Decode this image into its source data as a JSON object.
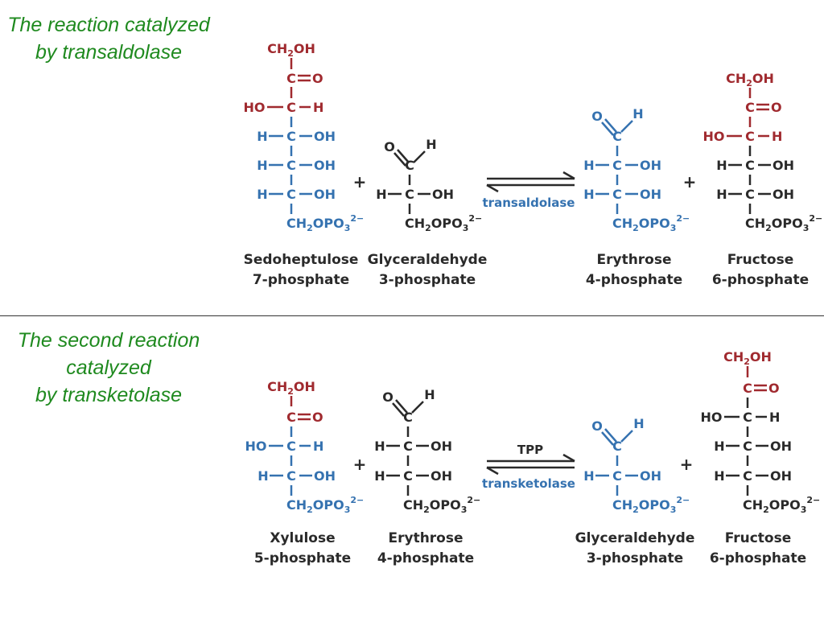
{
  "reaction1": {
    "title_line1": "The reaction catalyzed",
    "title_line2": "by transaldolase",
    "enzyme": "transaldolase",
    "compounds": [
      {
        "name_line1": "Sedoheptulose",
        "name_line2": "7-phosphate"
      },
      {
        "name_line1": "Glyceraldehyde",
        "name_line2": "3-phosphate"
      },
      {
        "name_line1": "Erythrose",
        "name_line2": "4-phosphate"
      },
      {
        "name_line1": "Fructose",
        "name_line2": "6-phosphate"
      }
    ]
  },
  "reaction2": {
    "title_line1": "The second reaction",
    "title_line2": "catalyzed",
    "title_line3": "by transketolase",
    "enzyme": "transketolase",
    "cofactor": "TPP",
    "compounds": [
      {
        "name_line1": "Xylulose",
        "name_line2": "5-phosphate"
      },
      {
        "name_line1": "Erythrose",
        "name_line2": "4-phosphate"
      },
      {
        "name_line1": "Glyceraldehyde",
        "name_line2": "3-phosphate"
      },
      {
        "name_line1": "Fructose",
        "name_line2": "6-phosphate"
      }
    ]
  },
  "symbols": {
    "plus": "+",
    "carbon": "C",
    "hydrogen": "H",
    "oxygen": "O",
    "hydroxyl": "OH",
    "ho": "HO",
    "ch2oh": "CH₂OH",
    "ch2opo3": "CH₂OPO₃",
    "charge": "2−"
  },
  "colors": {
    "title_green": "#1f8a1f",
    "transferred_red": "#a02a2f",
    "acceptor_blue": "#3572b0",
    "plain_black": "#2a2a2a"
  }
}
